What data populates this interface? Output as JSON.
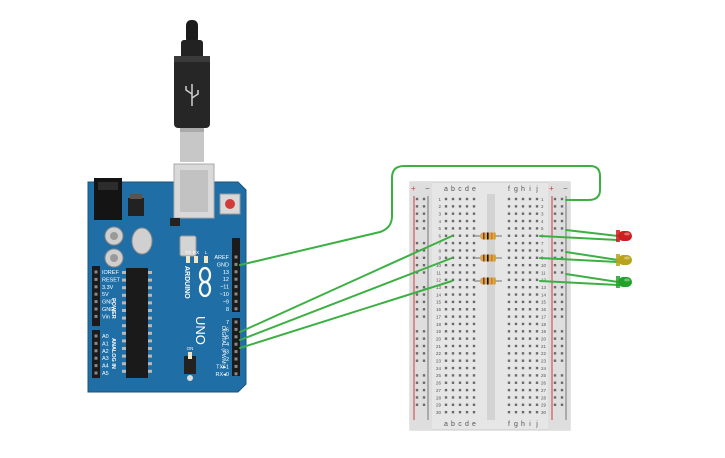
{
  "arduino": {
    "brand": "ARDUINO",
    "model": "UNO",
    "digital_header_label": "DIGITAL (PWM~)",
    "power_header_label": "POWER",
    "analog_header_label": "ANALOG IN",
    "led_labels": [
      "TX",
      "RX",
      "L",
      "ON"
    ],
    "top_pins": [
      "AREF",
      "GND",
      "13",
      "12",
      "~11",
      "~10",
      "~9",
      "8"
    ],
    "bottom_pins": [
      "7",
      "~6",
      "~5",
      "4",
      "~3",
      "2",
      "TX▸1",
      "RX◂0"
    ],
    "power_pins": [
      "IOREF",
      "RESET",
      "3.3V",
      "5V",
      "GND",
      "GND",
      "Vin"
    ],
    "analog_pins": [
      "A0",
      "A1",
      "A2",
      "A3",
      "A4",
      "A5"
    ]
  },
  "breadboard": {
    "col_letters_left": [
      "a",
      "b",
      "c",
      "d",
      "e"
    ],
    "col_letters_right": [
      "f",
      "g",
      "h",
      "i",
      "j"
    ],
    "rail_plus": "+",
    "rail_minus": "−",
    "row_count": 30
  },
  "components": {
    "resistors": 3,
    "leds": [
      {
        "color": "red",
        "hex": "#cc1f1f"
      },
      {
        "color": "yellow",
        "hex": "#b9a21c"
      },
      {
        "color": "green",
        "hex": "#22a229"
      }
    ],
    "wire_color": "#3cb043"
  }
}
